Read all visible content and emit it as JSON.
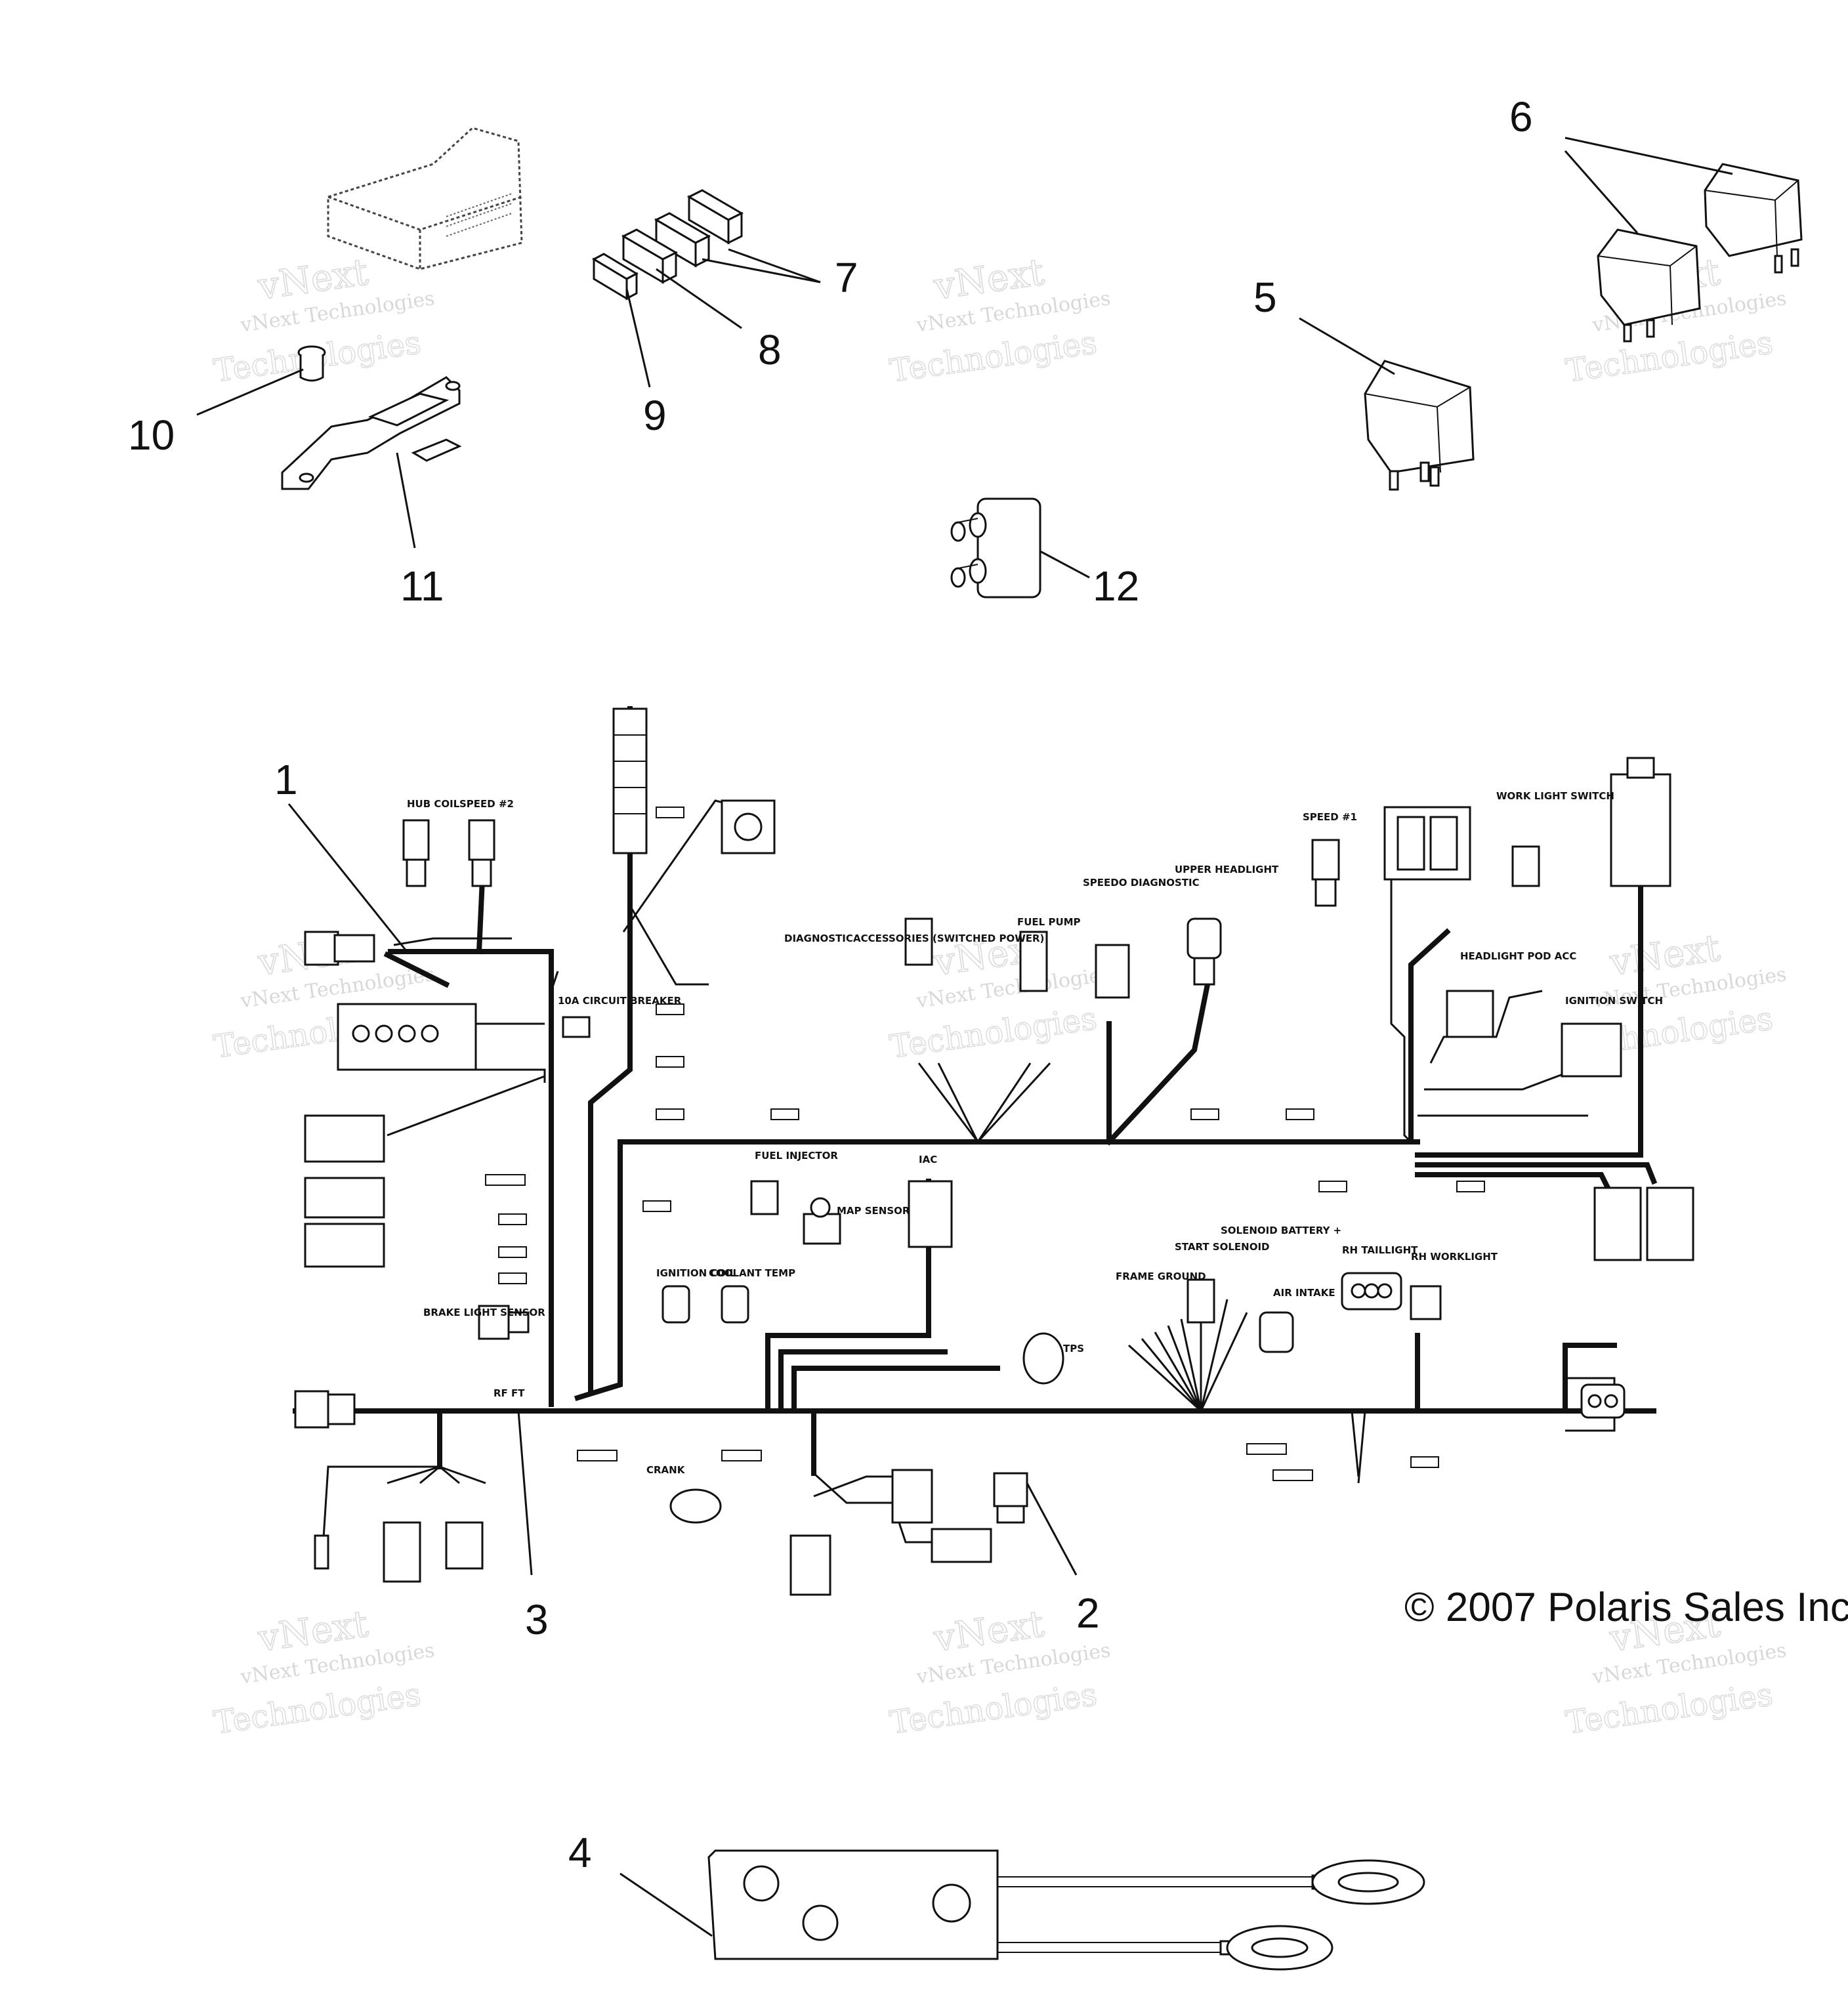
{
  "callouts": [
    "1",
    "2",
    "3",
    "4",
    "5",
    "6",
    "7",
    "8",
    "9",
    "10",
    "11",
    "12"
  ],
  "copyright": "© 2007 Polaris Sales Inc",
  "watermark": {
    "line1": "vNext Technologies",
    "line2": "vNext",
    "line3": "Technologies"
  },
  "harness_labels": {
    "hub_coil": "HUB COIL",
    "speed_2": "SPEED #2",
    "circuit_breaker": "10A CIRCUIT BREAKER",
    "diagnostic": "DIAGNOSTIC",
    "accessories": "ACCESSORIES (SWITCHED POWER)",
    "fuel_pump": "FUEL PUMP",
    "speedo_diagnostic": "SPEEDO DIAGNOSTIC",
    "upper_headlight": "UPPER HEADLIGHT",
    "speed_1": "SPEED #1",
    "work_light_switch": "WORK LIGHT SWITCH",
    "headlight_pod": "HEADLIGHT POD ACC",
    "ignition_switch": "IGNITION SWITCH",
    "fuel_injector": "FUEL INJECTOR",
    "iac": "IAC",
    "map_sensor": "MAP SENSOR",
    "ignition_coil": "IGNITION COIL",
    "coolant_temp": "COOLANT TEMP",
    "brake_light_sensor": "BRAKE LIGHT SENSOR",
    "frame_ground": "FRAME GROUND",
    "start_solenoid": "START SOLENOID",
    "solenoid_battery": "SOLENOID BATTERY +",
    "air_intake": "AIR INTAKE",
    "rh_taillight": "RH TAILLIGHT",
    "rh_worklight": "RH WORKLIGHT",
    "tps": "TPS",
    "crank": "CRANK",
    "rf_ft": "RF FT"
  }
}
